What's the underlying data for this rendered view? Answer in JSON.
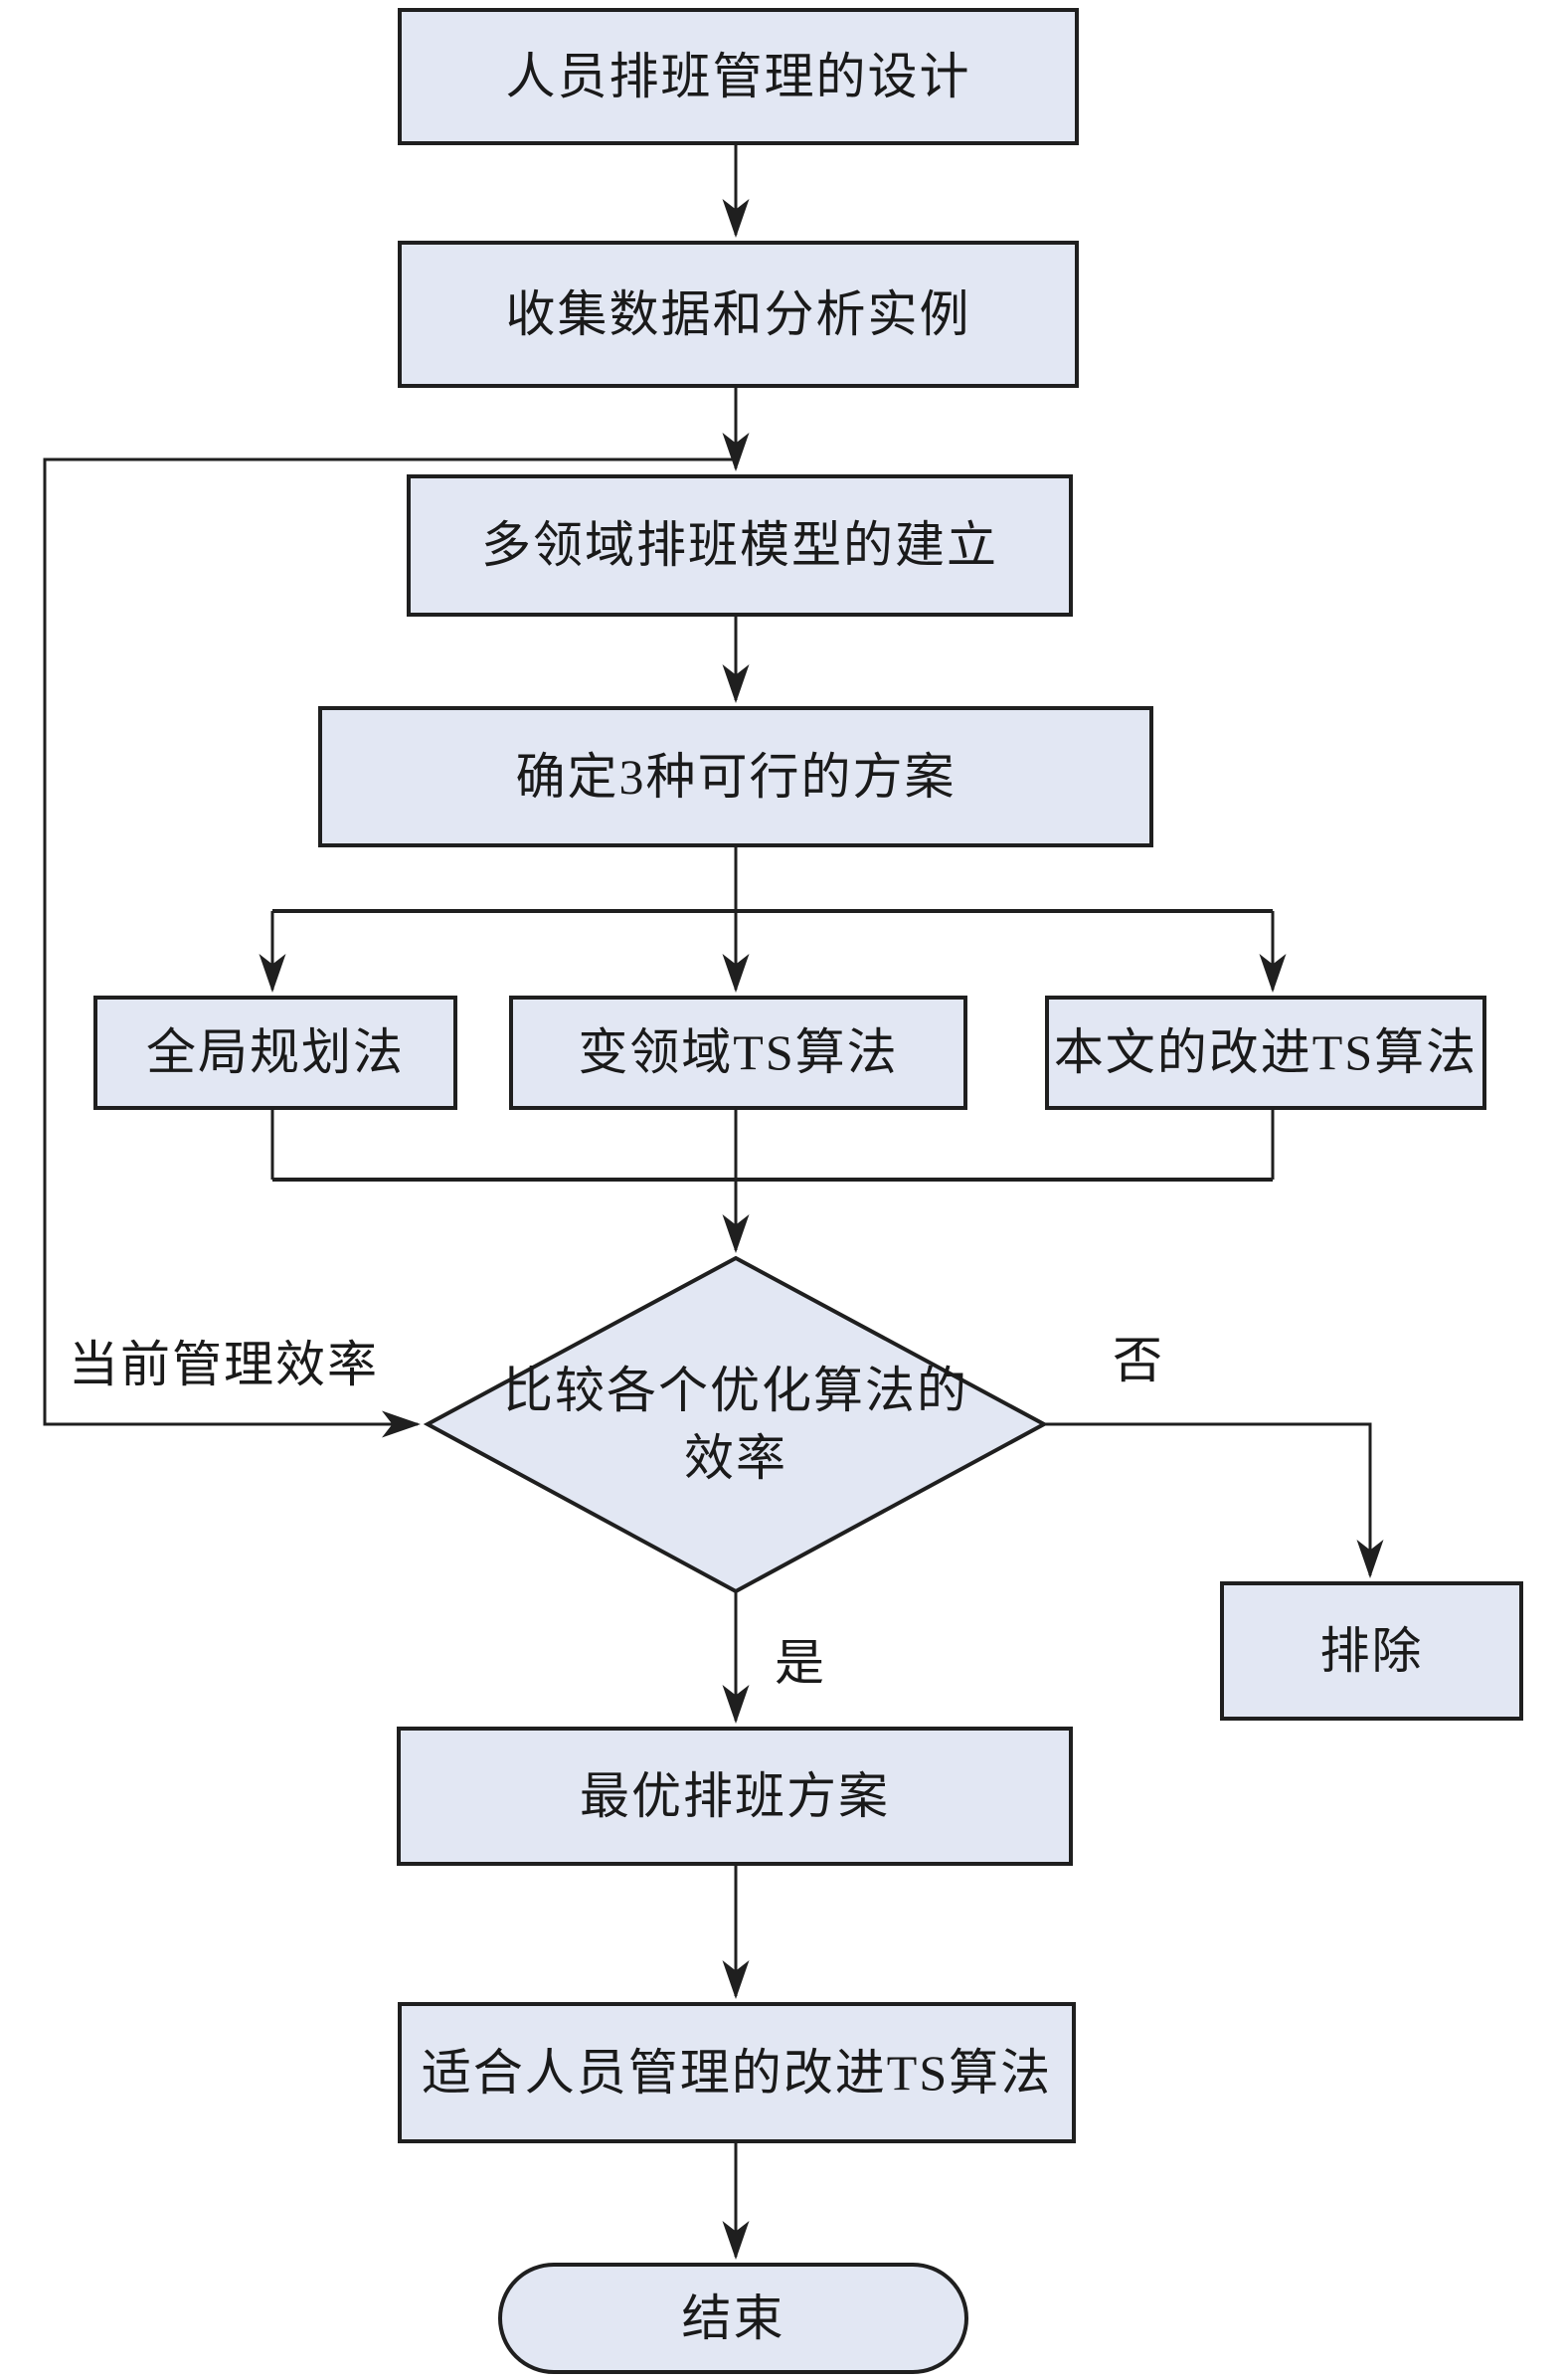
{
  "diagram": {
    "nodes": {
      "design": {
        "label": "人员排班管理的设计"
      },
      "collect": {
        "label": "收集数据和分析实例"
      },
      "model": {
        "label": "多领域排班模型的建立"
      },
      "plans": {
        "label": "确定3种可行的方案"
      },
      "global_planning": {
        "label": "全局规划法"
      },
      "variable_ts": {
        "label": "变领域TS算法"
      },
      "improved_ts": {
        "label": "本文的改进TS算法"
      },
      "compare": {
        "lines": [
          "比较各个优化算法的",
          "效率"
        ]
      },
      "exclude": {
        "label": "排除"
      },
      "optimal": {
        "label": "最优排班方案"
      },
      "suitable": {
        "label": "适合人员管理的改进TS算法"
      },
      "end": {
        "label": "结束"
      }
    },
    "edge_labels": {
      "current_efficiency": "当前管理效率",
      "no": "否",
      "yes": "是"
    },
    "colors": {
      "node_fill": "#e2e7f3",
      "node_border": "#1f1f1f",
      "connector": "#1f1f1f",
      "background": "#ffffff",
      "text": "#1a1a1a"
    }
  }
}
